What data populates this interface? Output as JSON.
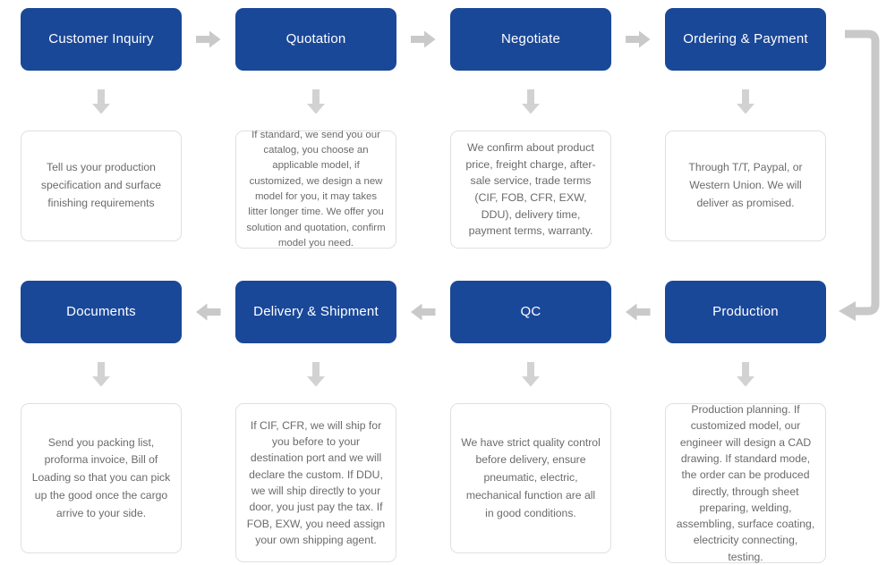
{
  "theme": {
    "header_bg": "#1a4899",
    "header_text": "#ffffff",
    "desc_bg": "#ffffff",
    "desc_border": "#e0e0e0",
    "desc_text": "#6b6b6b",
    "arrow_color": "#c9c9c9",
    "page_bg": "#ffffff"
  },
  "flow": {
    "top_row": [
      {
        "title": "Customer Inquiry",
        "description": "Tell us your production specification and surface finishing requirements"
      },
      {
        "title": "Quotation",
        "description": "If standard, we send you our catalog, you choose an applicable model, if customized, we design a new model for you, it may takes litter longer time. We offer you solution and quotation, confirm model you need."
      },
      {
        "title": "Negotiate",
        "description": "We confirm about product price, freight charge, after-sale service, trade terms (CIF, FOB, CFR, EXW, DDU), delivery time, payment terms, warranty."
      },
      {
        "title": "Ordering & Payment",
        "description": "Through T/T, Paypal, or Western Union. We will deliver as promised."
      }
    ],
    "bottom_row": [
      {
        "title": "Documents",
        "description": "Send you packing list, proforma invoice, Bill of Loading so that you can pick up the good once the cargo arrive to your side."
      },
      {
        "title": "Delivery & Shipment",
        "description": "If CIF, CFR, we will ship for you before to your destination port and we will declare the custom. If DDU, we will ship directly to your door, you just pay the tax. If FOB, EXW, you need assign your own shipping agent."
      },
      {
        "title": "QC",
        "description": "We have strict quality control before delivery, ensure pneumatic, electric, mechanical function are all in good conditions."
      },
      {
        "title": "Production",
        "description": "Production planning. If customized model, our engineer will design a CAD drawing. If standard mode, the order can be produced directly, through sheet preparing, welding, assembling, surface coating, electricity connecting, testing."
      }
    ],
    "connectors": {
      "top_horizontal": [
        "arrow-right-icon",
        "arrow-right-icon",
        "arrow-right-icon"
      ],
      "bottom_horizontal": [
        "arrow-left-icon",
        "arrow-left-icon",
        "arrow-left-icon"
      ],
      "vertical": [
        "arrow-down-icon",
        "arrow-down-icon",
        "arrow-down-icon",
        "arrow-down-icon"
      ],
      "wrap_around": "elbow-arrow-icon"
    }
  }
}
